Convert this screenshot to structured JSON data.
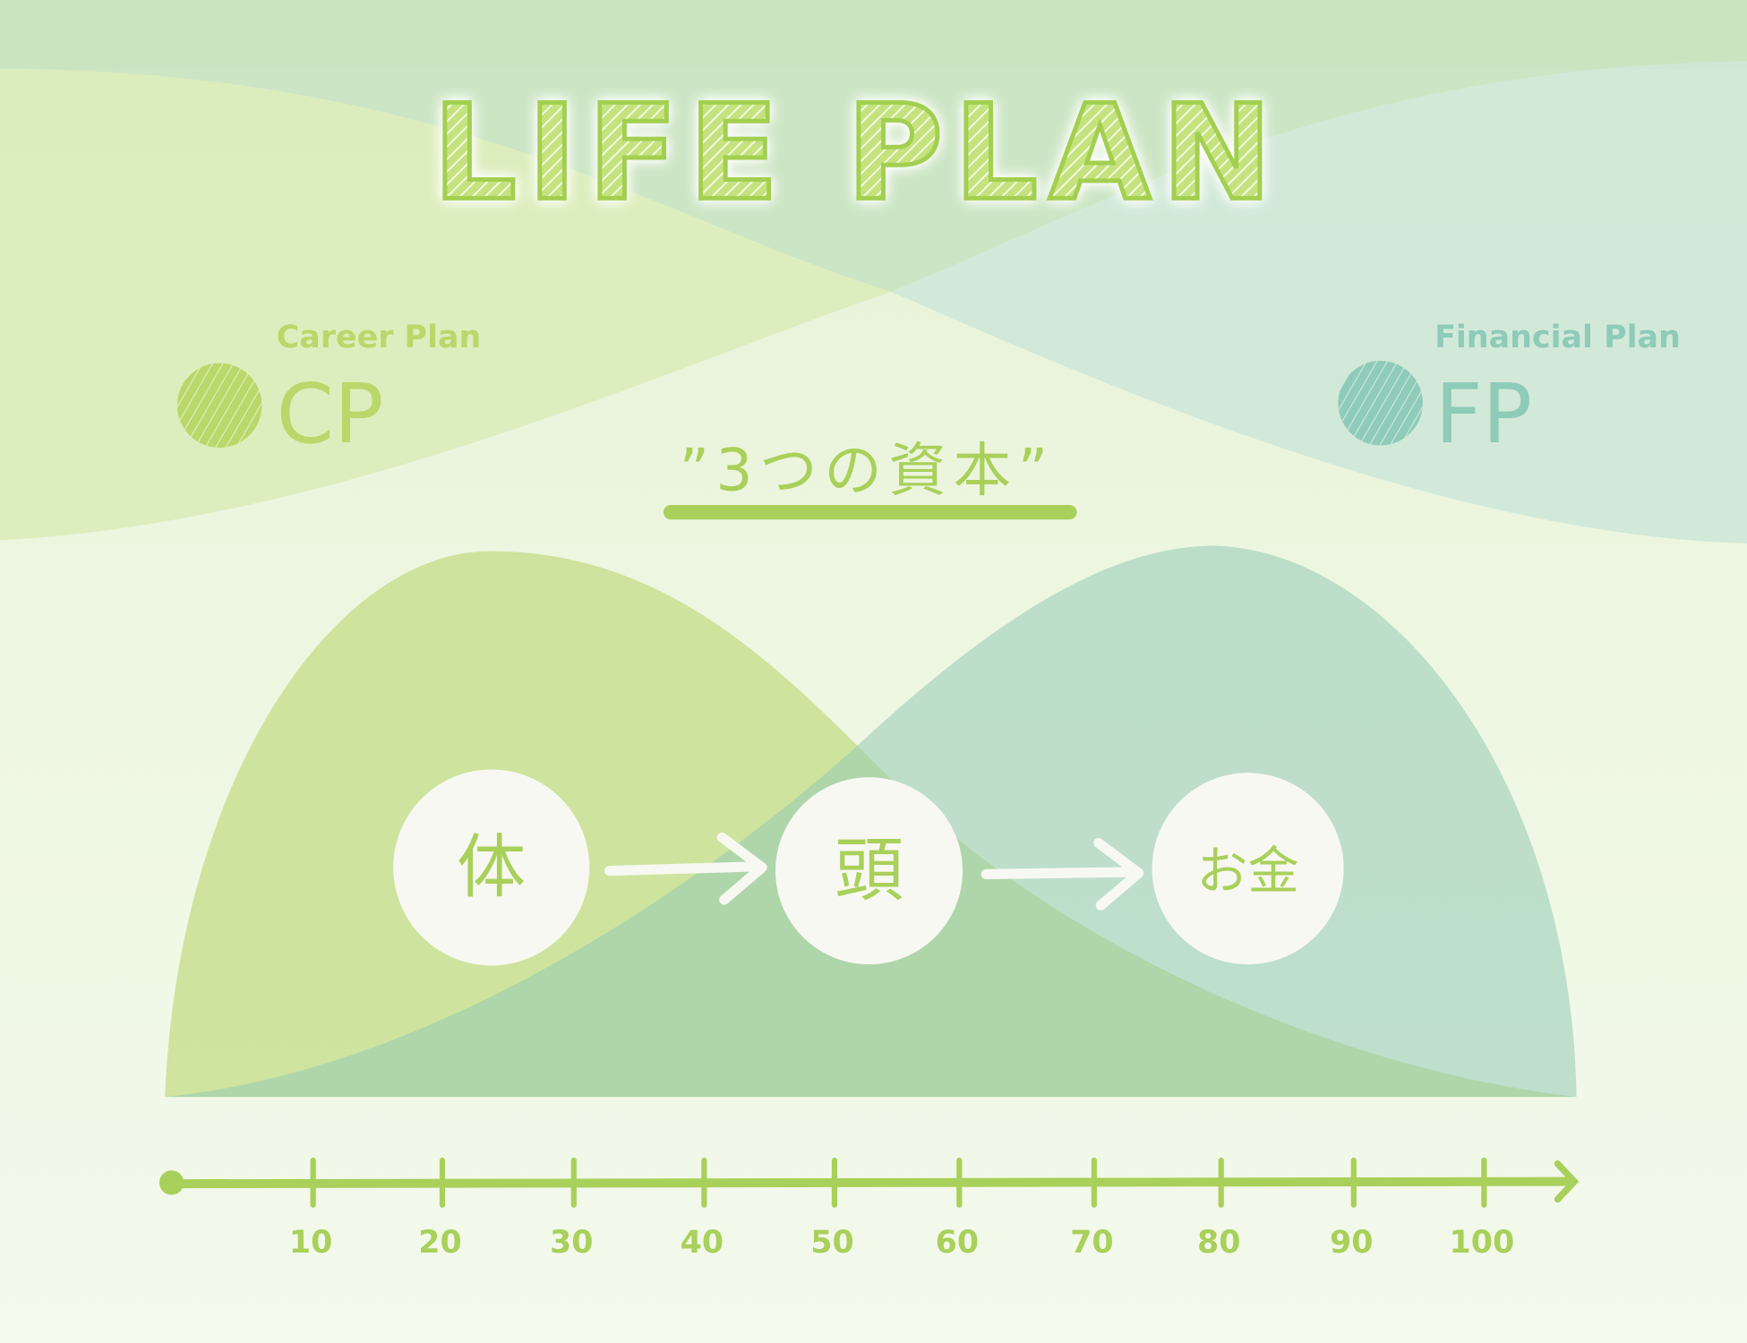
{
  "title": "LIFE PLAN",
  "legend": {
    "career": {
      "caption": "Career Plan",
      "abbr": "CP",
      "color": "#b8d86a"
    },
    "financial": {
      "caption": "Financial Plan",
      "abbr": "FP",
      "color": "#8ecbb8"
    }
  },
  "subtitle": "”3つの資本”",
  "capitals": [
    "体",
    "頭",
    "お金"
  ],
  "axis": {
    "ticks": [
      "10",
      "20",
      "30",
      "40",
      "50",
      "60",
      "70",
      "80",
      "90",
      "100"
    ]
  },
  "colors": {
    "accent": "#a9d05a",
    "teal": "#8ecbb8",
    "bg": "#eef6e3"
  }
}
